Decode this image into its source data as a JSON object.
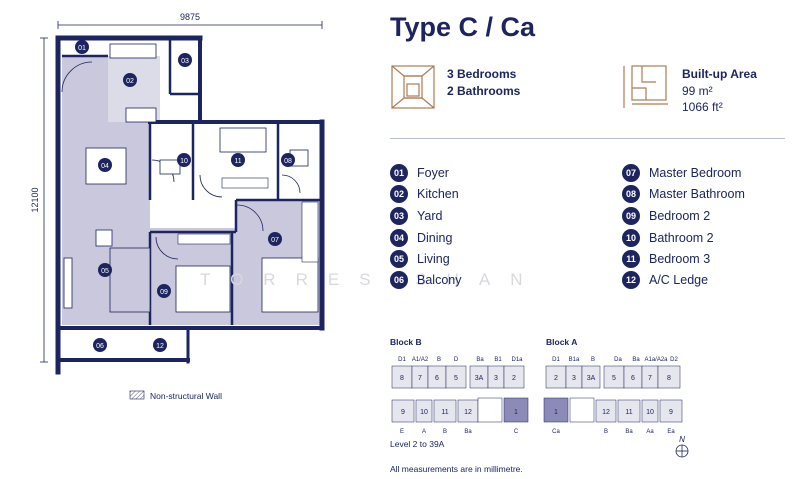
{
  "plan": {
    "width_dim": "9875",
    "height_dim": "12100",
    "room_numbers": [
      "01",
      "02",
      "03",
      "04",
      "05",
      "06",
      "07",
      "08",
      "09",
      "10",
      "11",
      "12"
    ],
    "non_structural_label": "Non-structural Wall"
  },
  "watermark": "TORRES SHAN",
  "header": {
    "title": "Type C / Ca"
  },
  "rooms_info": {
    "bedrooms": "3 Bedrooms",
    "bathrooms": "2 Bathrooms"
  },
  "area": {
    "label": "Built-up Area",
    "sqm": "99 m²",
    "sqft": "1066 ft²"
  },
  "legend": {
    "left": [
      {
        "num": "01",
        "label": "Foyer"
      },
      {
        "num": "02",
        "label": "Kitchen"
      },
      {
        "num": "03",
        "label": "Yard"
      },
      {
        "num": "04",
        "label": "Dining"
      },
      {
        "num": "05",
        "label": "Living"
      },
      {
        "num": "06",
        "label": "Balcony"
      }
    ],
    "right": [
      {
        "num": "07",
        "label": "Master Bedroom"
      },
      {
        "num": "08",
        "label": "Master Bathroom"
      },
      {
        "num": "09",
        "label": "Bedroom 2"
      },
      {
        "num": "10",
        "label": "Bathroom 2"
      },
      {
        "num": "11",
        "label": "Bedroom 3"
      },
      {
        "num": "12",
        "label": "A/C Ledge"
      }
    ]
  },
  "keyplan": {
    "block_b": {
      "title": "Block B",
      "top_labels": [
        "D1",
        "A1/A2",
        "B",
        "D",
        "Ba",
        "B1",
        "D1a"
      ],
      "upper_units": [
        "8",
        "7",
        "6",
        "5",
        "3A",
        "3",
        "2"
      ],
      "lower_units": [
        "9",
        "10",
        "11",
        "12",
        "1"
      ],
      "bottom_labels": [
        "E",
        "A",
        "B",
        "Ba",
        "C"
      ]
    },
    "block_a": {
      "title": "Block A",
      "top_labels": [
        "D1",
        "B1a",
        "B",
        "Da",
        "Ba",
        "A1a/A2a",
        "D2"
      ],
      "upper_units": [
        "2",
        "3",
        "3A",
        "5",
        "6",
        "7",
        "8"
      ],
      "lower_units": [
        "1",
        "12",
        "11",
        "10",
        "9"
      ],
      "bottom_labels": [
        "Ca",
        "B",
        "Ba",
        "Aa",
        "Ea"
      ]
    },
    "level": "Level 2 to 39A",
    "compass": "N"
  },
  "note": "All measurements are in millimetre.",
  "colors": {
    "navy": "#1c2560",
    "fill": "#c9c8dc",
    "highlight": "#8c8bb8",
    "accent": "#b07a52"
  }
}
